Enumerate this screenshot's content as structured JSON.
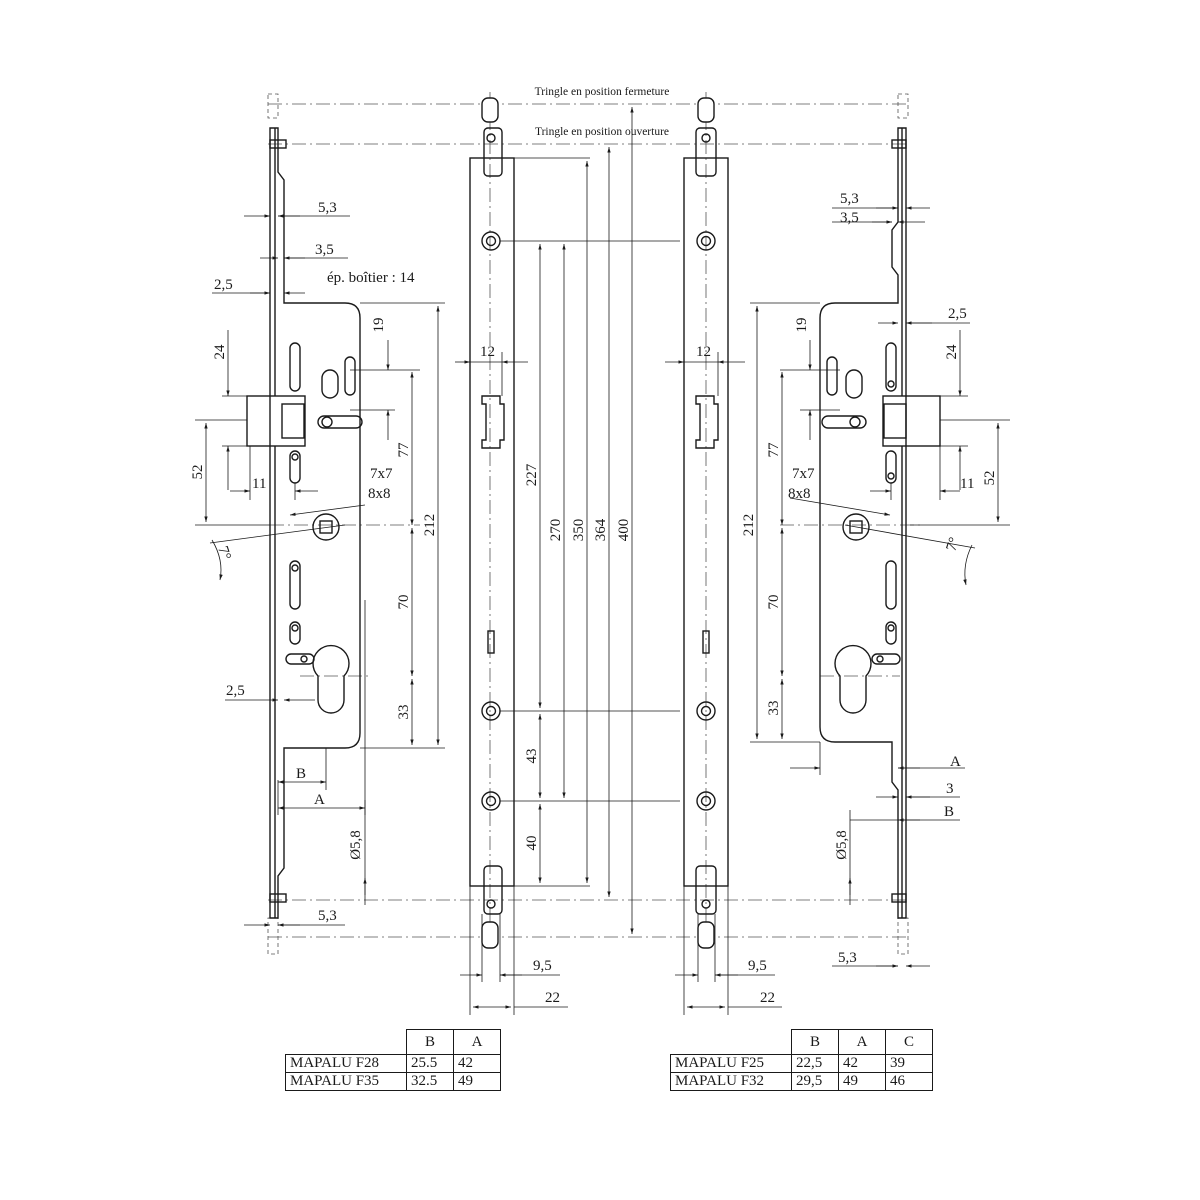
{
  "captions": {
    "closed": "Tringle en position fermeture",
    "open": "Tringle en position ouverture"
  },
  "left_lock": {
    "dim_5_3_top": "5,3",
    "dim_3_5": "3,5",
    "dim_2_5_top": "2,5",
    "case_thickness": "ép. boîtier : 14",
    "dim_24": "24",
    "dim_19": "19",
    "dim_77": "77",
    "dim_212": "212",
    "dim_52": "52",
    "dim_11": "11",
    "spindle_7x7": "7x7",
    "spindle_8x8": "8x8",
    "angle": "7°",
    "dim_70": "70",
    "dim_2_5_bottom": "2,5",
    "dim_33": "33",
    "dim_B": "B",
    "dim_A": "A",
    "hole_diameter": "Ø5,8",
    "dim_5_3_bottom": "5,3"
  },
  "center_bars": {
    "faceplate_width": "12",
    "dim_227": "227",
    "dim_270": "270",
    "dim_350": "350",
    "dim_364": "364",
    "dim_400": "400",
    "dim_43": "43",
    "dim_40": "40",
    "dim_9_5": "9,5",
    "dim_22": "22"
  },
  "right_lock": {
    "dim_5_3_top": "5,3",
    "dim_3_5": "3,5",
    "dim_2_5": "2,5",
    "dim_24": "24",
    "dim_19": "19",
    "dim_77": "77",
    "dim_212": "212",
    "dim_52": "52",
    "dim_11": "11",
    "spindle_7x7": "7x7",
    "spindle_8x8": "8x8",
    "angle": "7°",
    "dim_70": "70",
    "dim_33": "33",
    "dim_A": "A",
    "dim_3": "3",
    "dim_B": "B",
    "hole_diameter": "Ø5,8",
    "dim_5_3_bottom": "5,3"
  },
  "table_left": {
    "headers": [
      "B",
      "A"
    ],
    "rows": [
      {
        "model": "MAPALU F28",
        "B": "25.5",
        "A": "42"
      },
      {
        "model": "MAPALU F35",
        "B": "32.5",
        "A": "49"
      }
    ]
  },
  "table_right": {
    "headers": [
      "B",
      "A",
      "C"
    ],
    "rows": [
      {
        "model": "MAPALU F25",
        "B": "22,5",
        "A": "42",
        "C": "39"
      },
      {
        "model": "MAPALU F32",
        "B": "29,5",
        "A": "49",
        "C": "46"
      }
    ]
  }
}
